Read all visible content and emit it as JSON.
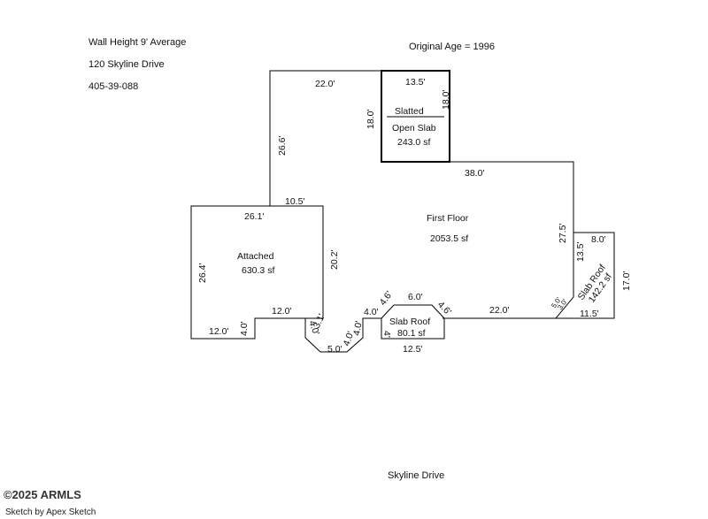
{
  "header": {
    "wall_height": "Wall Height 9' Average",
    "address": "120 Skyline Drive",
    "parcel": "405-39-088",
    "original_age": "Original Age  =  1996"
  },
  "rooms": {
    "slatted": "Slatted",
    "open_slab": "Open Slab",
    "open_slab_area": "243.0 sf",
    "first_floor": "First Floor",
    "first_floor_area": "2053.5 sf",
    "attached": "Attached",
    "attached_area": "630.3 sf",
    "slab_roof_front": "Slab Roof",
    "slab_roof_front_area": "80.1 sf",
    "slab_roof_side": "Slab Roof",
    "slab_roof_side_area": "142.2 sf"
  },
  "dimensions": {
    "top_22": "22.0'",
    "top_13_5": "13.5'",
    "slab_18_right": "18.0'",
    "slab_18_left": "18.0'",
    "left_26_6": "26.6'",
    "right_38": "38.0'",
    "step_10_5": "10.5'",
    "att_top_26_1": "26.1'",
    "att_right_20_2": "20.2'",
    "att_left_26_4": "26.4'",
    "att_bottom_12": "12.0'",
    "att_step_4": "4.0'",
    "mid_12": "12.0'",
    "bay_3_1": "3.1'",
    "bay_4_0a": "4.0'",
    "bay_5_0": "5.0'",
    "bay_4_0b": "4.0'",
    "bay_4_0c": "4.0'",
    "bay_4_0d": "4.0'",
    "sr_4_6a": "4.6'",
    "sr_6_0": "6.0'",
    "sr_4_6b": "4.6'",
    "sr_4": "4'",
    "sr_12_5": "12.5'",
    "bottom_22": "22.0'",
    "right_27_5": "27.5'",
    "side_13_5": "13.5'",
    "side_8": "8.0'",
    "side_17": "17.0'",
    "side_11_5": "11.5'",
    "side_5_0": "5.0'",
    "side_3_0": "3.0'"
  },
  "street": "Skyline Drive",
  "watermark": "©2025 ARMLS",
  "credit": "Sketch by Apex Sketch"
}
